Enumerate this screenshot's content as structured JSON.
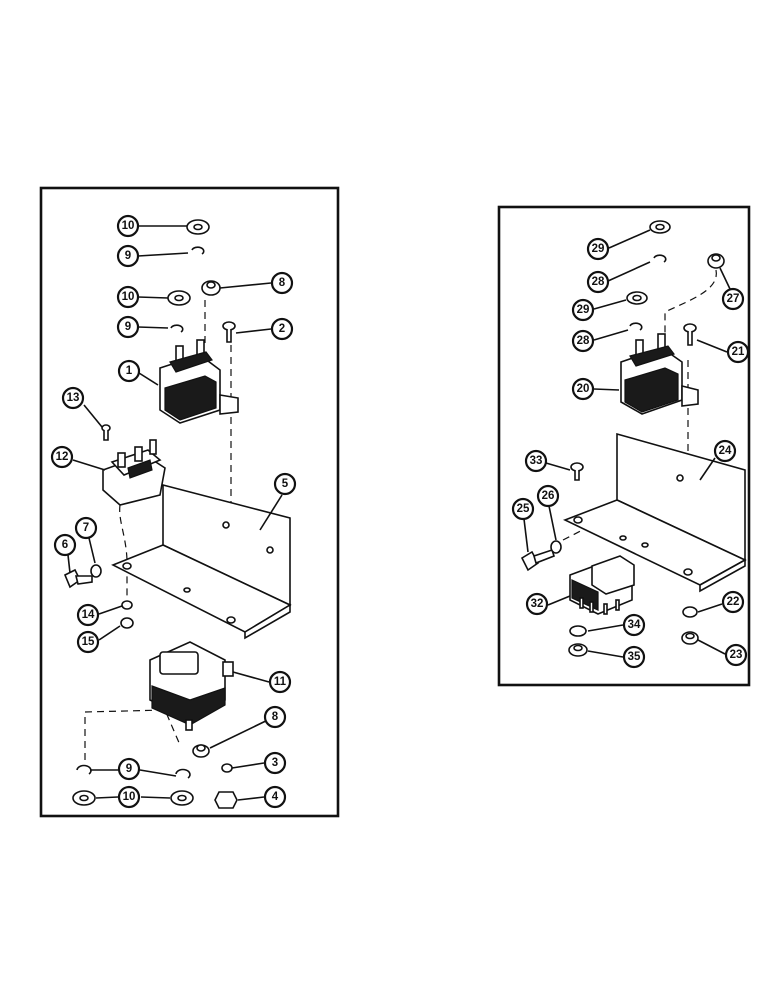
{
  "left_panel": {
    "callouts": [
      "10",
      "9",
      "8",
      "10",
      "9",
      "2",
      "1",
      "13",
      "12",
      "5",
      "7",
      "6",
      "14",
      "15",
      "11",
      "8",
      "9",
      "3",
      "10",
      "4"
    ]
  },
  "right_panel": {
    "callouts": [
      "29",
      "28",
      "27",
      "29",
      "28",
      "21",
      "20",
      "24",
      "33",
      "26",
      "25",
      "32",
      "34",
      "22",
      "35",
      "23"
    ]
  }
}
